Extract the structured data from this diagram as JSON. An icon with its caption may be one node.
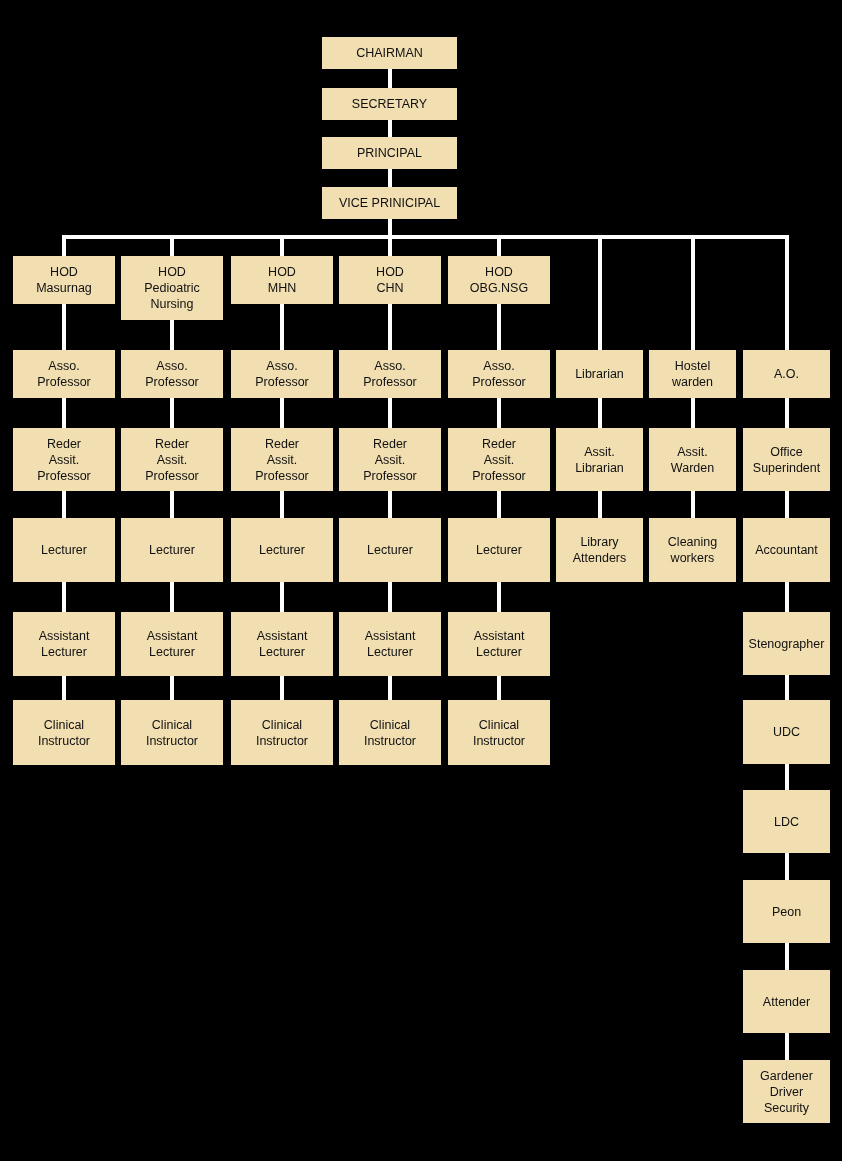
{
  "diagram": {
    "nodes": [
      {
        "text": [
          "CHAIRMAN"
        ]
      },
      {
        "text": [
          "SECRETARY"
        ]
      },
      {
        "text": [
          "PRINCIPAL"
        ]
      },
      {
        "text": [
          "VICE PRINICIPAL"
        ]
      },
      {
        "text": [
          "HOD Masurnag"
        ]
      },
      {
        "text": [
          "HOD Pedioatric Nursing"
        ]
      },
      {
        "text": [
          "HOD MHN"
        ]
      },
      {
        "text": [
          "HOD CHN"
        ]
      },
      {
        "text": [
          "HOD OBG.NSG"
        ]
      },
      {
        "text": [
          "Asso. Professor"
        ]
      },
      {
        "text": [
          "Asso. Professor"
        ]
      },
      {
        "text": [
          "Asso. Professor"
        ]
      },
      {
        "text": [
          "Asso. Professor"
        ]
      },
      {
        "text": [
          "Asso. Professor"
        ]
      },
      {
        "text": [
          "Librarian"
        ]
      },
      {
        "text": [
          "Hostel warden"
        ]
      },
      {
        "text": [
          "A.O."
        ]
      },
      {
        "text": [
          "Reder Assit. Professor"
        ]
      },
      {
        "text": [
          "Reder Assit. Professor"
        ]
      },
      {
        "text": [
          "Reder Assit. Professor"
        ]
      },
      {
        "text": [
          "Reder Assit. Professor"
        ]
      },
      {
        "text": [
          "Reder Assit. Professor"
        ]
      },
      {
        "text": [
          "Assit. Librarian"
        ]
      },
      {
        "text": [
          "Assit. Warden"
        ]
      },
      {
        "text": [
          "Office Superindent"
        ]
      },
      {
        "text": [
          "Lecturer"
        ]
      },
      {
        "text": [
          "Lecturer"
        ]
      },
      {
        "text": [
          "Lecturer"
        ]
      },
      {
        "text": [
          "Lecturer"
        ]
      },
      {
        "text": [
          "Lecturer"
        ]
      },
      {
        "text": [
          "Library Attenders"
        ]
      },
      {
        "text": [
          "Cleaning workers"
        ]
      },
      {
        "text": [
          "Accountant"
        ]
      },
      {
        "text": [
          "Assistant Lecturer"
        ]
      },
      {
        "text": [
          "Assistant Lecturer"
        ]
      },
      {
        "text": [
          "Assistant Lecturer"
        ]
      },
      {
        "text": [
          "Assistant Lecturer"
        ]
      },
      {
        "text": [
          "Assistant Lecturer"
        ]
      },
      {
        "text": [
          "Stenographer"
        ]
      },
      {
        "text": [
          "Clinical Instructor"
        ]
      },
      {
        "text": [
          "Clinical Instructor"
        ]
      },
      {
        "text": [
          "Clinical Instructor"
        ]
      },
      {
        "text": [
          "Clinical Instructor"
        ]
      },
      {
        "text": [
          "Clinical Instructor"
        ]
      },
      {
        "text": [
          "UDC"
        ]
      },
      {
        "text": [
          "LDC"
        ]
      },
      {
        "text": [
          "Peon"
        ]
      },
      {
        "text": [
          "Attender"
        ]
      },
      {
        "text": [
          "Gardener Driver Security"
        ]
      }
    ],
    "edges": [
      {
        "from": 0,
        "to": 1,
        "arrow": "none"
      },
      {
        "from": 1,
        "to": 2,
        "arrow": "none"
      },
      {
        "from": 2,
        "to": 3,
        "arrow": "none"
      },
      {
        "from": 3,
        "to": 4,
        "arrow": "none"
      },
      {
        "from": 3,
        "to": 5,
        "arrow": "none"
      },
      {
        "from": 3,
        "to": 6,
        "arrow": "none"
      },
      {
        "from": 3,
        "to": 7,
        "arrow": "none"
      },
      {
        "from": 3,
        "to": 8,
        "arrow": "none"
      },
      {
        "from": 3,
        "to": 14,
        "arrow": "none"
      },
      {
        "from": 3,
        "to": 15,
        "arrow": "none"
      },
      {
        "from": 3,
        "to": 16,
        "arrow": "none"
      },
      {
        "from": 4,
        "to": 9,
        "arrow": "none"
      },
      {
        "from": 9,
        "to": 17,
        "arrow": "none"
      },
      {
        "from": 17,
        "to": 25,
        "arrow": "none"
      },
      {
        "from": 25,
        "to": 33,
        "arrow": "none"
      },
      {
        "from": 33,
        "to": 39,
        "arrow": "none"
      },
      {
        "from": 5,
        "to": 10,
        "arrow": "none"
      },
      {
        "from": 10,
        "to": 18,
        "arrow": "none"
      },
      {
        "from": 18,
        "to": 26,
        "arrow": "none"
      },
      {
        "from": 26,
        "to": 34,
        "arrow": "none"
      },
      {
        "from": 34,
        "to": 40,
        "arrow": "none"
      },
      {
        "from": 6,
        "to": 11,
        "arrow": "none"
      },
      {
        "from": 11,
        "to": 19,
        "arrow": "none"
      },
      {
        "from": 19,
        "to": 27,
        "arrow": "none"
      },
      {
        "from": 27,
        "to": 35,
        "arrow": "none"
      },
      {
        "from": 35,
        "to": 41,
        "arrow": "none"
      },
      {
        "from": 7,
        "to": 12,
        "arrow": "none"
      },
      {
        "from": 12,
        "to": 20,
        "arrow": "none"
      },
      {
        "from": 20,
        "to": 28,
        "arrow": "none"
      },
      {
        "from": 28,
        "to": 36,
        "arrow": "none"
      },
      {
        "from": 36,
        "to": 42,
        "arrow": "none"
      },
      {
        "from": 8,
        "to": 13,
        "arrow": "none"
      },
      {
        "from": 13,
        "to": 21,
        "arrow": "none"
      },
      {
        "from": 21,
        "to": 29,
        "arrow": "none"
      },
      {
        "from": 29,
        "to": 37,
        "arrow": "none"
      },
      {
        "from": 37,
        "to": 43,
        "arrow": "none"
      },
      {
        "from": 14,
        "to": 22,
        "arrow": "none"
      },
      {
        "from": 22,
        "to": 30,
        "arrow": "none"
      },
      {
        "from": 15,
        "to": 23,
        "arrow": "none"
      },
      {
        "from": 23,
        "to": 31,
        "arrow": "none"
      },
      {
        "from": 16,
        "to": 24,
        "arrow": "none"
      },
      {
        "from": 24,
        "to": 32,
        "arrow": "none"
      },
      {
        "from": 32,
        "to": 38,
        "arrow": "none"
      },
      {
        "from": 38,
        "to": 44,
        "arrow": "none"
      },
      {
        "from": 44,
        "to": 45,
        "arrow": "none"
      },
      {
        "from": 45,
        "to": 46,
        "arrow": "none"
      },
      {
        "from": 46,
        "to": 47,
        "arrow": "none"
      },
      {
        "from": 47,
        "to": 48,
        "arrow": "none"
      }
    ]
  }
}
